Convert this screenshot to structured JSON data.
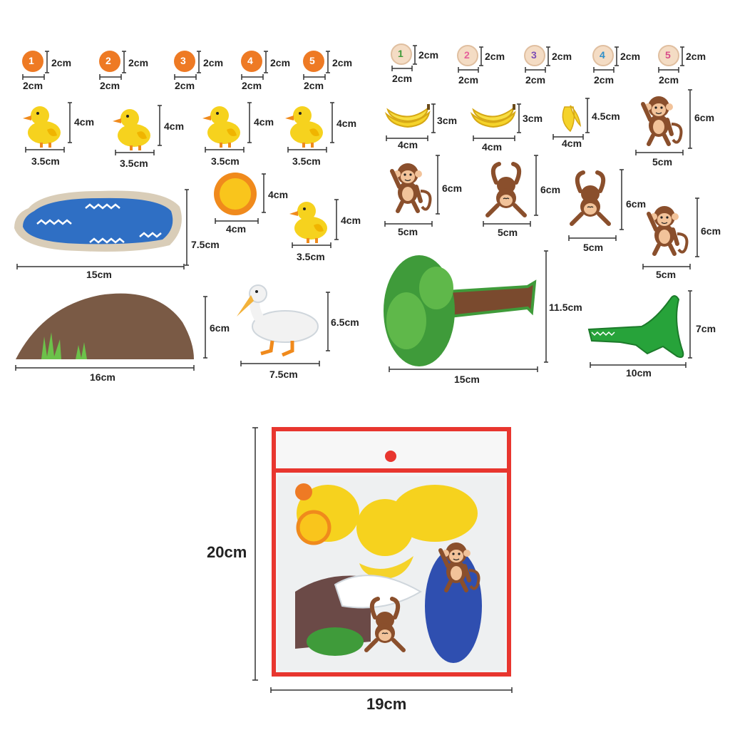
{
  "colors": {
    "background": "#ffffff",
    "bag_trim": "#e8362f",
    "pond_water": "#2f6fc4",
    "dirt": "#7a5a45",
    "tree_green": "#3f9b3a",
    "trunk": "#7a4a2e",
    "duck_yellow": "#f6d21e",
    "croc_green": "#27a33a",
    "monkey_brown": "#8a4f2c"
  },
  "left_set": {
    "number_badges": [
      "1",
      "2",
      "3",
      "4",
      "5"
    ],
    "badge_height": "2cm",
    "badge_width": "2cm",
    "duck_height": "4cm",
    "duck_width": "3.5cm",
    "sun_height": "4cm",
    "sun_width": "4cm",
    "pond_height": "7.5cm",
    "pond_width": "15cm",
    "hill_height": "6cm",
    "hill_width": "16cm",
    "goose_height": "6.5cm",
    "goose_width": "7.5cm"
  },
  "right_set": {
    "number_badges": [
      "1",
      "2",
      "3",
      "4",
      "5"
    ],
    "badge_height": "2cm",
    "badge_width": "2cm",
    "banana_height": "3cm",
    "banana_width": "4cm",
    "peeled_banana_height": "4.5cm",
    "peeled_banana_width": "4cm",
    "monkey_height": "6cm",
    "monkey_width": "5cm",
    "tree_height": "11.5cm",
    "tree_width": "15cm",
    "croc_height": "7cm",
    "croc_width": "10cm"
  },
  "bag": {
    "height": "20cm",
    "width": "19cm"
  }
}
